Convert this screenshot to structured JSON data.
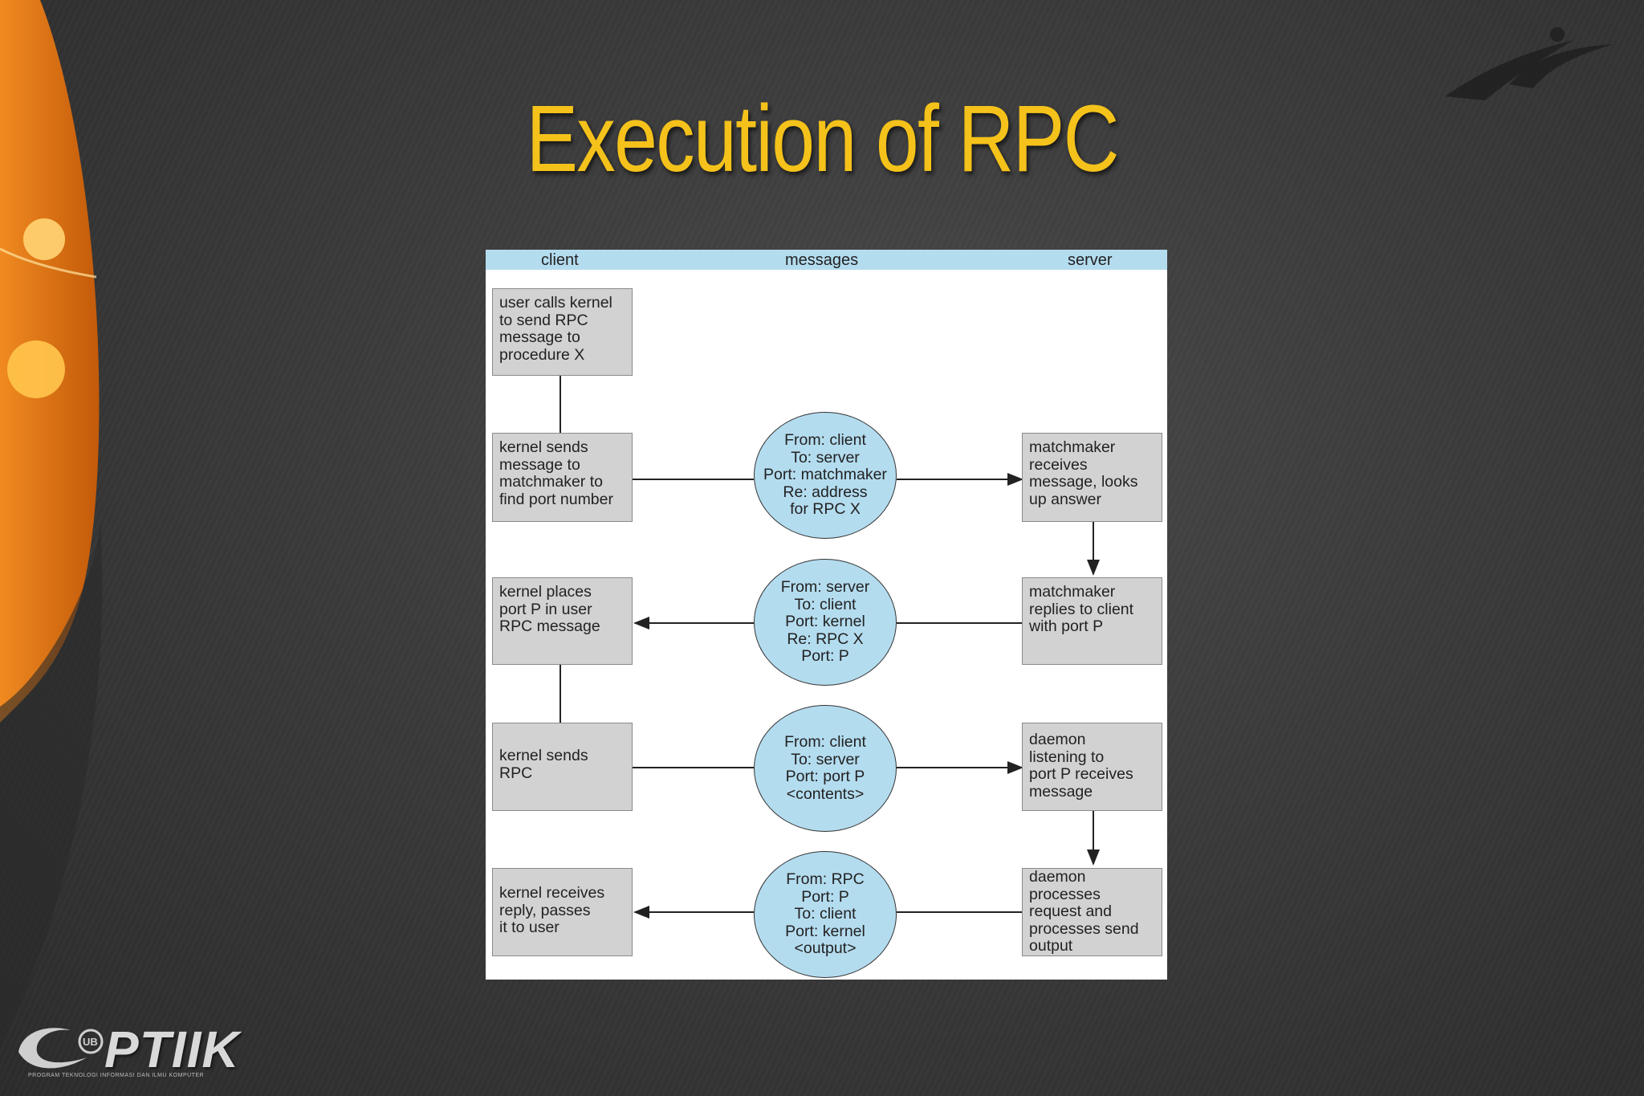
{
  "slide": {
    "title": "Execution of RPC",
    "logo_text": "PTIIK",
    "logo_badge": "UB",
    "logo_subtitle": "PROGRAM TEKNOLOGI INFORMASI DAN ILMU KOMPUTER",
    "accent_color": "#f4c21a"
  },
  "diagram": {
    "columns": [
      "client",
      "messages",
      "server"
    ],
    "client_boxes": [
      "user calls kernel\nto send RPC\nmessage to\nprocedure X",
      "kernel sends\nmessage to\nmatchmaker to\nfind port number",
      "kernel places\nport P in user\nRPC message",
      "kernel sends\nRPC",
      "kernel receives\nreply, passes\nit to user"
    ],
    "messages": [
      "From: client\nTo: server\nPort: matchmaker\nRe: address\nfor RPC X",
      "From: server\nTo: client\nPort: kernel\nRe: RPC X\nPort: P",
      "From: client\nTo: server\nPort: port P\n<contents>",
      "From: RPC\nPort: P\nTo: client\nPort: kernel\n<output>"
    ],
    "server_boxes": [
      "matchmaker\nreceives\nmessage, looks\nup answer",
      "matchmaker\nreplies to client\nwith port P",
      "daemon\nlistening to\nport P receives\nmessage",
      "daemon\nprocesses\nrequest and\nprocesses send\noutput"
    ],
    "colors": {
      "header": "#b4dcef",
      "box": "#d2d2d2",
      "bubble": "#b4dcef"
    }
  }
}
